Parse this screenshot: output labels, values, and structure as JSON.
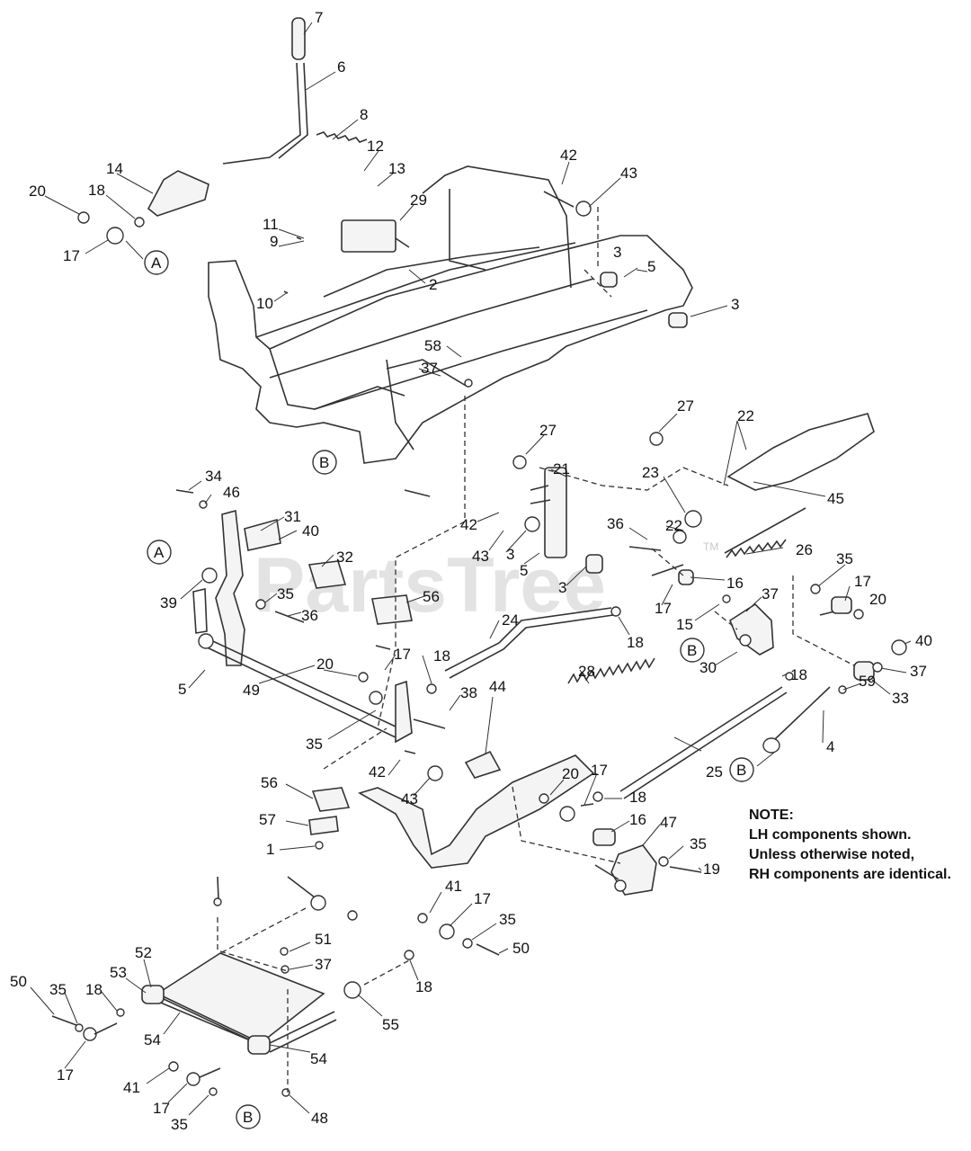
{
  "watermark": {
    "text": "PartsTree",
    "tm": "TM"
  },
  "note": {
    "title": "NOTE:",
    "lines": [
      "LH components shown.",
      "Unless otherwise noted,",
      "RH components are identical."
    ]
  },
  "ref_letters": [
    "A",
    "B"
  ],
  "callouts": {
    "c7": "7",
    "c6": "6",
    "c8": "8",
    "c12": "12",
    "c13": "13",
    "c14": "14",
    "c42a": "42",
    "c43a": "43",
    "c20a": "20",
    "c18a": "18",
    "c29": "29",
    "c11": "11",
    "c9": "9",
    "c17a": "17",
    "c3a": "3",
    "c5a": "5",
    "c2": "2",
    "c10": "10",
    "c3b": "3",
    "c58": "58",
    "c37a": "37",
    "c27a": "27",
    "c22a": "22",
    "c27b": "27",
    "c21": "21",
    "c23": "23",
    "c45": "45",
    "c34": "34",
    "c46": "46",
    "c31": "31",
    "c40a": "40",
    "c42b": "42",
    "c22b": "22",
    "c36a": "36",
    "c26": "26",
    "c32": "32",
    "c43b": "43",
    "c3c": "3",
    "c5b": "5",
    "c35a": "35",
    "c3d": "3",
    "c16a": "16",
    "c39": "39",
    "c35b": "35",
    "c36b": "36",
    "c56a": "56",
    "c17b": "17",
    "c20b": "20",
    "c37b": "37",
    "c17c": "17",
    "c15": "15",
    "c24": "24",
    "c18b": "18",
    "c40b": "40",
    "c30": "30",
    "c37c": "37",
    "c33": "33",
    "c5c": "5",
    "c49": "49",
    "c20c": "20",
    "c17d": "17",
    "c18c": "18",
    "c28": "28",
    "c18d": "18",
    "c59": "59",
    "c38": "38",
    "c35c": "35",
    "c44": "44",
    "c4": "4",
    "c25": "25",
    "c42c": "42",
    "c43c": "43",
    "c56b": "56",
    "c20d": "20",
    "c17e": "17",
    "c18e": "18",
    "c57": "57",
    "c16b": "16",
    "c47": "47",
    "c1": "1",
    "c35d": "35",
    "c19": "19",
    "c41a": "41",
    "c17f": "17",
    "c51": "51",
    "c35e": "35",
    "c37d": "37",
    "c50a": "50",
    "c52": "52",
    "c50b": "50",
    "c53": "53",
    "c18f": "18",
    "c35f": "35",
    "c18g": "18",
    "c55": "55",
    "c54a": "54",
    "c54b": "54",
    "c17g": "17",
    "c41b": "41",
    "c17h": "17",
    "c35g": "35",
    "c48": "48"
  }
}
